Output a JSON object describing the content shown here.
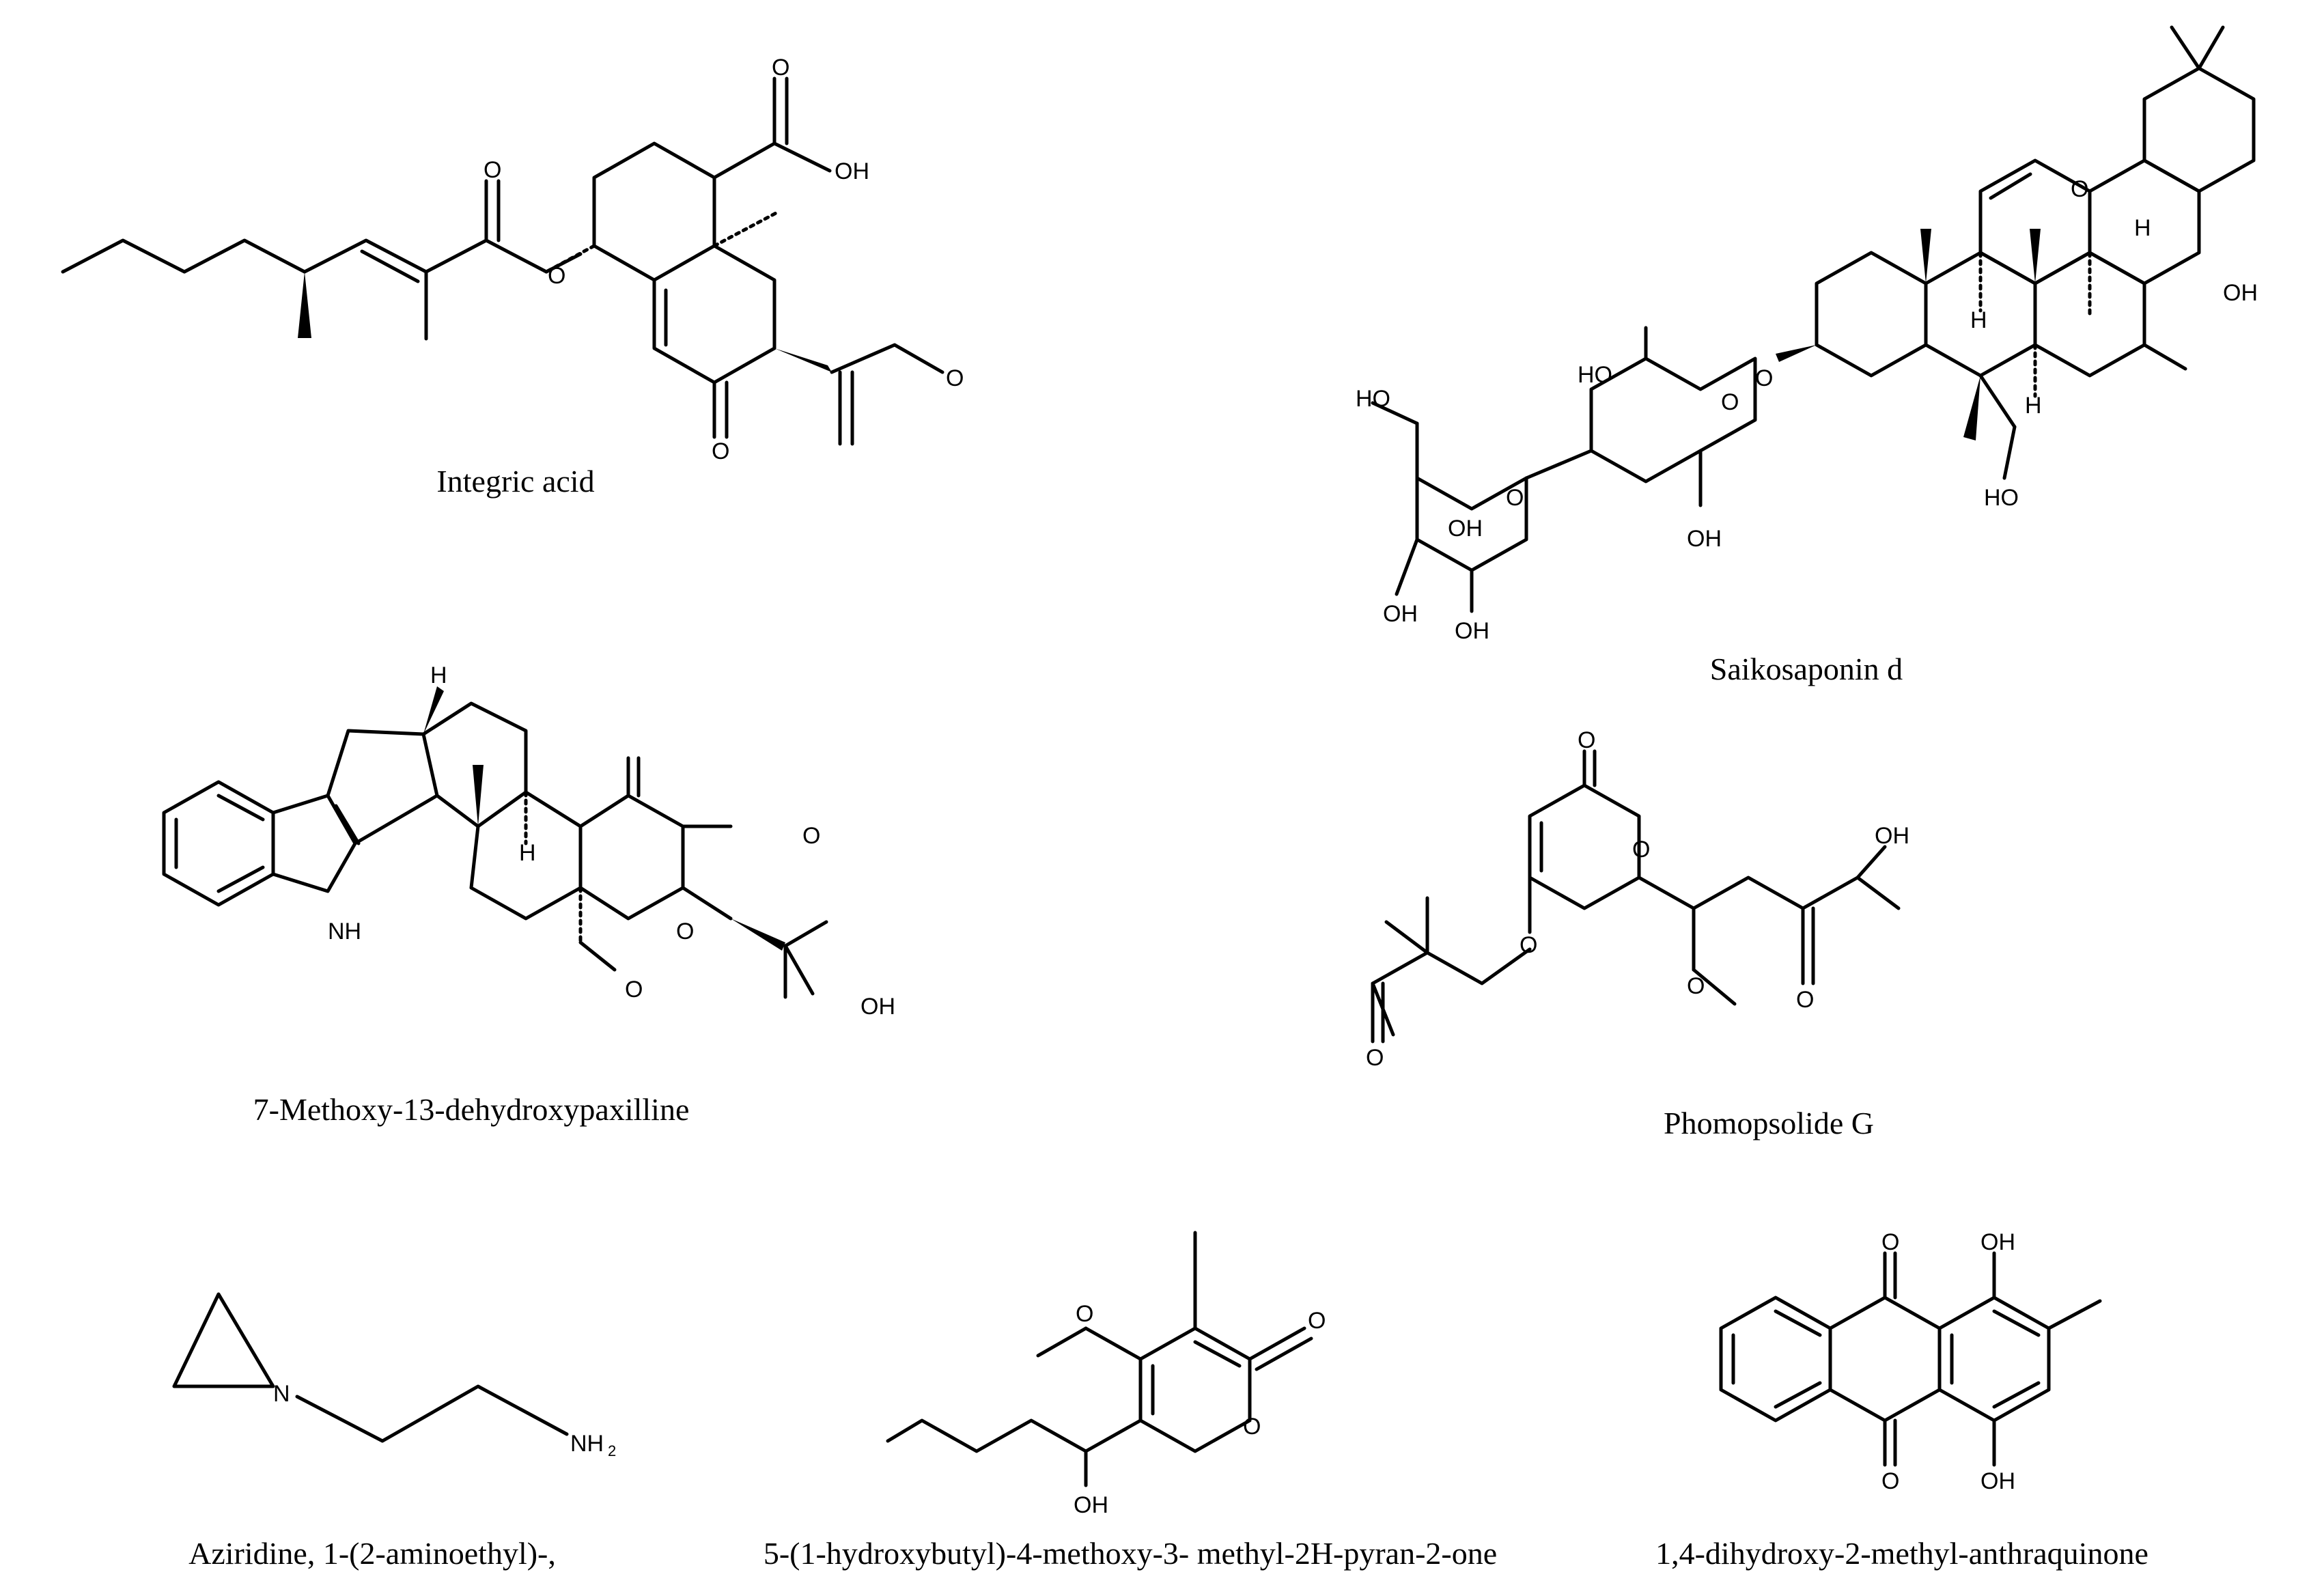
{
  "compounds": [
    {
      "name": "Integric acid",
      "labels": {
        "o1": "O",
        "oh": "OH",
        "o2": "O",
        "o3": "O",
        "o4": "O",
        "o5": "O"
      }
    },
    {
      "name": "Saikosaponin d",
      "labels": {
        "oh_right": "OH",
        "oh_ch2": "HO",
        "o_glyc": "O",
        "o_bridge": "O",
        "oh_fuc1": "HO",
        "oh_fuc2": "OH",
        "o_ring1": "O",
        "o_ring2": "O",
        "ho_ch2": "HO",
        "oh_glc1": "OH",
        "oh_glc2": "OH",
        "oh_glc3": "OH",
        "h1": "H",
        "h2": "H",
        "h3": "H"
      }
    },
    {
      "name": "7-Methoxy-13-dehydroxypaxilline",
      "labels": {
        "nh": "NH",
        "h_top": "H",
        "h_mid": "H",
        "o_ketone": "O",
        "o_ring": "O",
        "o_methoxy": "O",
        "oh": "OH"
      }
    },
    {
      "name": "Phomopsolide G",
      "labels": {
        "o_top": "O",
        "o_ring": "O",
        "oh": "OH",
        "o_ester": "O",
        "o_methoxy": "O",
        "o_ketone": "O",
        "o_carbonyl": "O"
      }
    },
    {
      "name": "Aziridine, 1-(2-aminoethyl)-,",
      "labels": {
        "n": "N",
        "nh2_main": "NH",
        "nh2_sub": "2"
      }
    },
    {
      "name": "5-(1-hydroxybutyl)-4-methoxy-3- methyl-2H-pyran-2-one",
      "labels": {
        "o_methoxy": "O",
        "o_ketone": "O",
        "o_ring": "O",
        "oh": "OH"
      }
    },
    {
      "name": "1,4-dihydroxy-2-methyl-anthraquinone",
      "labels": {
        "o_top": "O",
        "o_bottom": "O",
        "oh_top": "OH",
        "oh_bottom": "OH"
      }
    }
  ]
}
